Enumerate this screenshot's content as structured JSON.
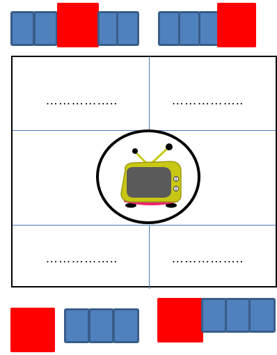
{
  "board": {
    "cells": {
      "top_left": "……………..",
      "top_right": "……………..",
      "bottom_left": "……………..",
      "bottom_right": "…………….."
    },
    "center_icon": "tv-icon"
  },
  "colors": {
    "blue_fill": "#4f81bd",
    "blue_border": "#385d8a",
    "red": "#ff0000",
    "grid_line": "#4a7ab5",
    "tv_body": "#c8c814",
    "tv_screen": "#5a5a5a",
    "tv_base": "#e8246e"
  },
  "block_groups": [
    {
      "name": "top-left-group",
      "units": [
        "blue",
        "blue",
        "red",
        "blue",
        "blue"
      ]
    },
    {
      "name": "top-right-group",
      "units": [
        "blue",
        "blue",
        "blue",
        "red"
      ]
    },
    {
      "name": "bottom-left-group",
      "units": [
        "red",
        "blue",
        "blue",
        "blue"
      ]
    },
    {
      "name": "bottom-right-group",
      "units": [
        "red",
        "blue",
        "blue",
        "blue"
      ]
    }
  ]
}
